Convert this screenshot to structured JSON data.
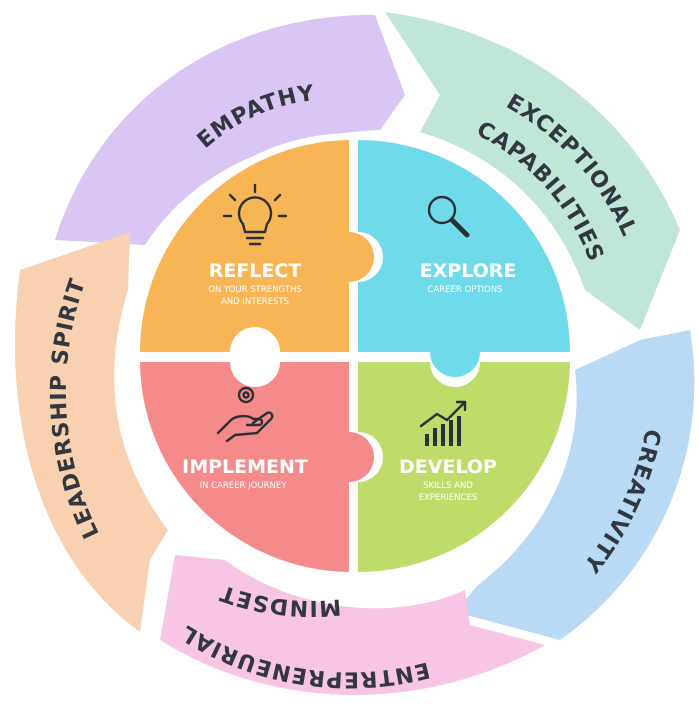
{
  "ring": {
    "empathy": "EMPATHY",
    "exceptional_line1": "EXCEPTIONAL",
    "exceptional_line2": "CAPABILITIES",
    "creativity": "CREATIVITY",
    "entrepreneurial_line1": "ENTREPRENEURIAL",
    "entrepreneurial_line2": "MINDSET",
    "leadership": "LEADERSHIP SPIRIT"
  },
  "pieces": {
    "reflect": {
      "title": "REFLECT",
      "sub1": "ON YOUR STRENGTHS",
      "sub2": "AND INTERESTS",
      "icon": "lightbulb-icon"
    },
    "explore": {
      "title": "EXPLORE",
      "sub1": "CAREER OPTIONS",
      "icon": "magnifier-icon"
    },
    "implement": {
      "title": "IMPLEMENT",
      "sub1": "IN CAREER JOURNEY",
      "icon": "hand-gear-icon"
    },
    "develop": {
      "title": "DEVELOP",
      "sub1": "SKILLS AND",
      "sub2": "EXPERIENCES",
      "icon": "growth-chart-icon"
    }
  },
  "colors": {
    "empathy": "#d9c6f5",
    "exceptional": "#bfe6d6",
    "creativity": "#b9daf5",
    "entrepreneurial": "#f8c5e4",
    "leadership": "#f9d1b1",
    "reflect": "#f8b556",
    "explore": "#6fdbea",
    "implement": "#f58a8a",
    "develop": "#bfdb6a"
  }
}
